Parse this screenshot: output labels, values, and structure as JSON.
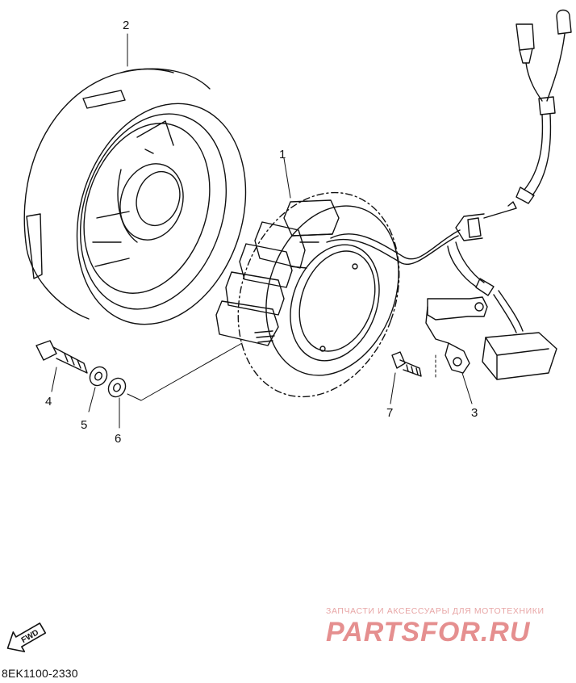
{
  "diagram": {
    "callouts": [
      {
        "id": "1",
        "label": "1"
      },
      {
        "id": "2",
        "label": "2"
      },
      {
        "id": "3",
        "label": "3"
      },
      {
        "id": "4",
        "label": "4"
      },
      {
        "id": "5",
        "label": "5"
      },
      {
        "id": "6",
        "label": "6"
      },
      {
        "id": "7",
        "label": "7"
      }
    ],
    "direction_label": "FWD",
    "part_code": "8EK1100-2330"
  },
  "watermark": {
    "tagline": "ЗАПЧАСТИ И АКСЕССУАРЫ ДЛЯ МОТОТЕХНИКИ",
    "brand": "PARTSFOR.RU",
    "color": "#e58f8f"
  },
  "colors": {
    "line": "#111111",
    "background": "#ffffff"
  }
}
